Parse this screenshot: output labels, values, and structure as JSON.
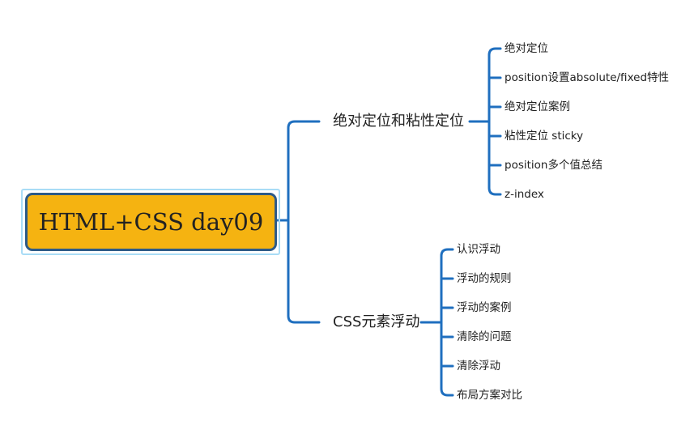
{
  "root": {
    "title": "HTML+CSS day09"
  },
  "branches": [
    {
      "label": "绝对定位和粘性定位",
      "children": [
        "绝对定位",
        "position设置absolute/fixed特性",
        "绝对定位案例",
        "粘性定位 sticky",
        "position多个值总结",
        "z-index"
      ]
    },
    {
      "label": "CSS元素浮动",
      "children": [
        "认识浮动",
        "浮动的规则",
        "浮动的案例",
        "清除的问题",
        "清除浮动",
        "布局方案对比"
      ]
    }
  ],
  "colors": {
    "line": "#1f6fbf",
    "root_fill": "#f5b311",
    "root_border": "#2d5a87",
    "root_outline": "#a9dcf6",
    "text": "#222222"
  }
}
